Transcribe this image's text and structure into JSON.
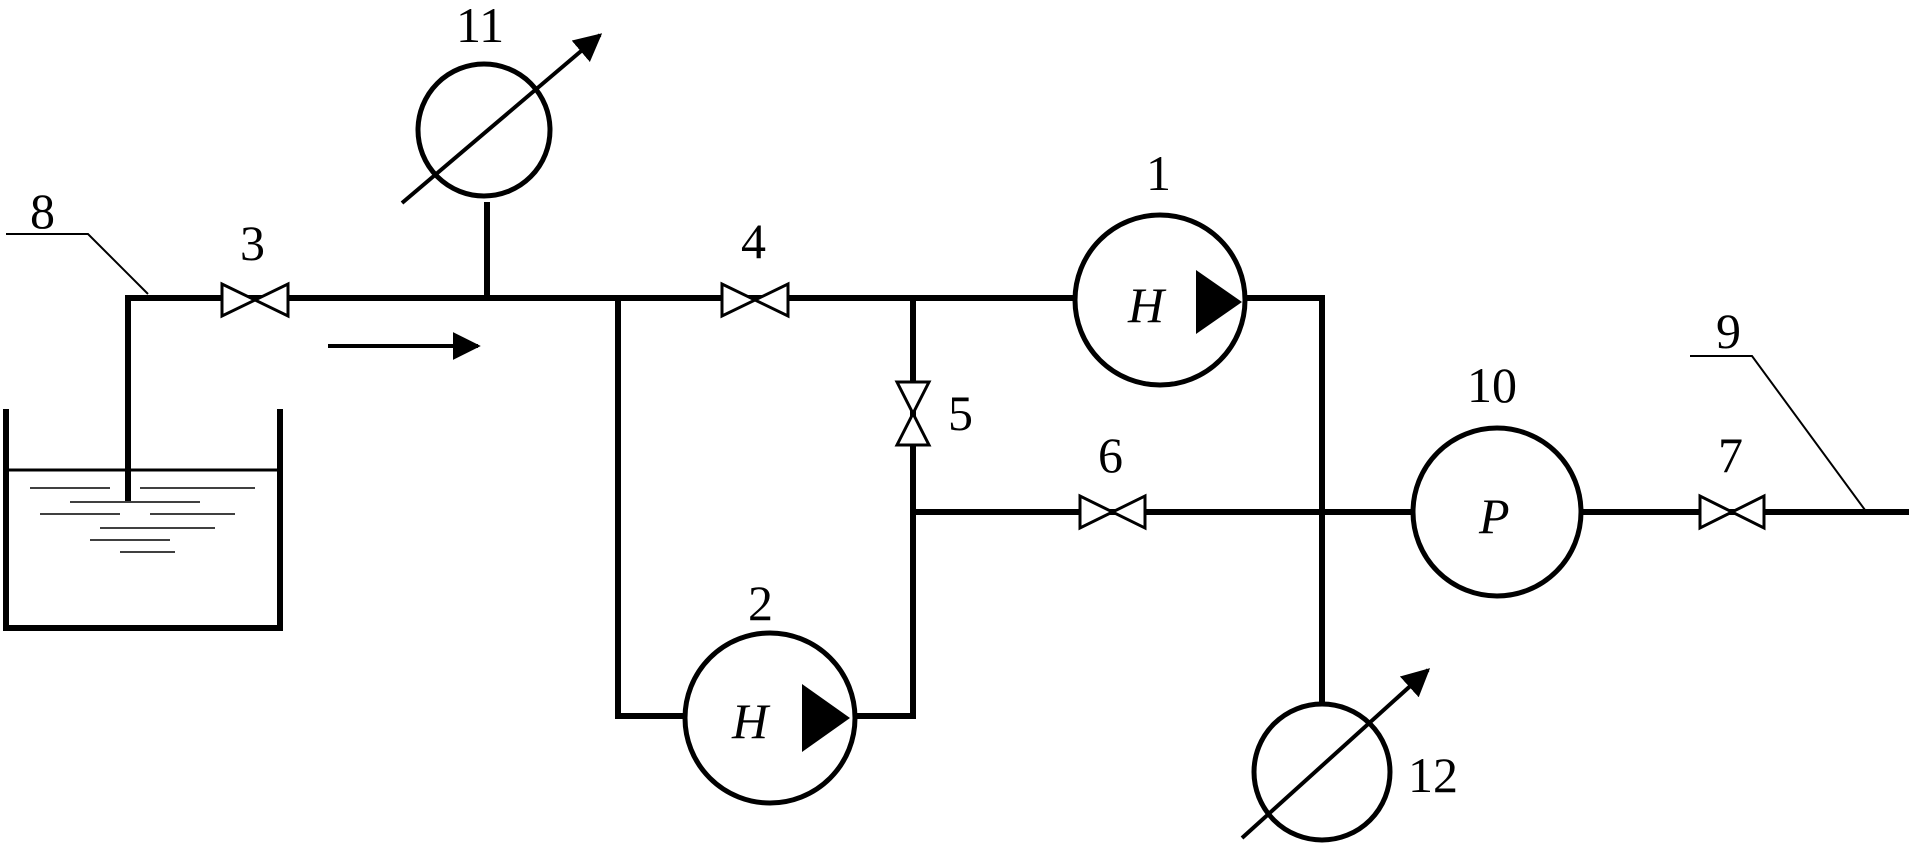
{
  "labels": {
    "pump_1": "1",
    "pump_2": "2",
    "valve_3": "3",
    "valve_4": "4",
    "valve_5": "5",
    "valve_6": "6",
    "valve_7": "7",
    "tank_8": "8",
    "outlet_9": "9",
    "meter_10": "10",
    "gauge_11": "11",
    "gauge_12": "12"
  },
  "symbols": {
    "pump_1": "H",
    "pump_2": "H",
    "meter_10": "P"
  }
}
